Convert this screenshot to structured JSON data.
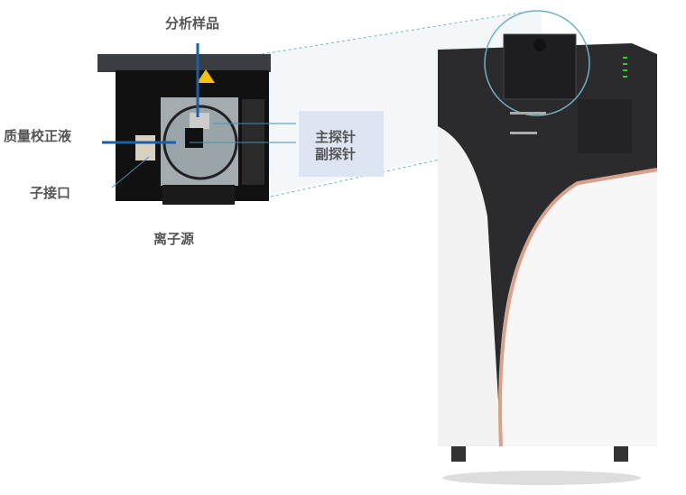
{
  "labels": {
    "analysis_sample": "分析样品",
    "mass_calibration": "质量校正液",
    "sub_interface": "子接口",
    "ion_source": "离子源",
    "main_probe": "主探针",
    "sub_probe": "副探针"
  },
  "colors": {
    "callout_line": "#1a5fa8",
    "label_text": "#555555",
    "probe_box": "#dde4f2",
    "accent_stripe": "#d9a08a"
  }
}
